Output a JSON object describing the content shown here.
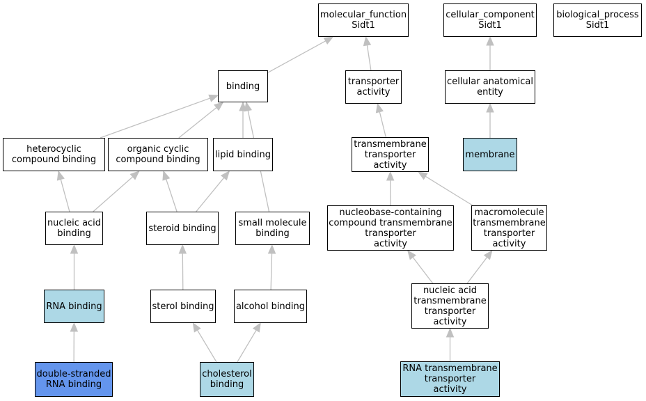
{
  "colors": {
    "default_fill": "#ffffff",
    "annotated_fill": "#add8e6",
    "query_fill": "#6495ed",
    "edge_color": "#c0c0c0",
    "border_color": "#000000"
  },
  "nodes": [
    {
      "id": "mf",
      "label": "molecular_function\nSidt1",
      "fill": "#ffffff"
    },
    {
      "id": "cc",
      "label": "cellular_component\nSidt1",
      "fill": "#ffffff"
    },
    {
      "id": "bp",
      "label": "biological_process\nSidt1",
      "fill": "#ffffff"
    },
    {
      "id": "binding",
      "label": "binding",
      "fill": "#ffffff"
    },
    {
      "id": "ta",
      "label": "transporter\nactivity",
      "fill": "#ffffff"
    },
    {
      "id": "cae",
      "label": "cellular anatomical\nentity",
      "fill": "#ffffff"
    },
    {
      "id": "hcb",
      "label": "heterocyclic\ncompound binding",
      "fill": "#ffffff"
    },
    {
      "id": "occb",
      "label": "organic cyclic\ncompound binding",
      "fill": "#ffffff"
    },
    {
      "id": "lb",
      "label": "lipid binding",
      "fill": "#ffffff"
    },
    {
      "id": "tmta",
      "label": "transmembrane\ntransporter\nactivity",
      "fill": "#ffffff"
    },
    {
      "id": "mem",
      "label": "membrane",
      "fill": "#add8e6"
    },
    {
      "id": "nab",
      "label": "nucleic acid\nbinding",
      "fill": "#ffffff"
    },
    {
      "id": "stb",
      "label": "steroid binding",
      "fill": "#ffffff"
    },
    {
      "id": "smb",
      "label": "small molecule\nbinding",
      "fill": "#ffffff"
    },
    {
      "id": "nctta",
      "label": "nucleobase-containing\ncompound transmembrane\ntransporter\nactivity",
      "fill": "#ffffff"
    },
    {
      "id": "mmtta",
      "label": "macromolecule\ntransmembrane\ntransporter\nactivity",
      "fill": "#ffffff"
    },
    {
      "id": "rnab",
      "label": "RNA binding",
      "fill": "#add8e6"
    },
    {
      "id": "sb",
      "label": "sterol binding",
      "fill": "#ffffff"
    },
    {
      "id": "ab",
      "label": "alcohol binding",
      "fill": "#ffffff"
    },
    {
      "id": "natta",
      "label": "nucleic acid\ntransmembrane\ntransporter\nactivity",
      "fill": "#ffffff"
    },
    {
      "id": "dsrnab",
      "label": "double-stranded\nRNA binding",
      "fill": "#6495ed"
    },
    {
      "id": "chb",
      "label": "cholesterol\nbinding",
      "fill": "#add8e6"
    },
    {
      "id": "rnatta",
      "label": "RNA transmembrane\ntransporter\nactivity",
      "fill": "#add8e6"
    }
  ],
  "edges": [
    {
      "from": "binding",
      "to": "mf"
    },
    {
      "from": "ta",
      "to": "mf"
    },
    {
      "from": "cae",
      "to": "cc"
    },
    {
      "from": "hcb",
      "to": "binding"
    },
    {
      "from": "occb",
      "to": "binding"
    },
    {
      "from": "lb",
      "to": "binding"
    },
    {
      "from": "smb",
      "to": "binding"
    },
    {
      "from": "tmta",
      "to": "ta"
    },
    {
      "from": "mem",
      "to": "cae"
    },
    {
      "from": "nab",
      "to": "hcb"
    },
    {
      "from": "nab",
      "to": "occb"
    },
    {
      "from": "stb",
      "to": "occb"
    },
    {
      "from": "stb",
      "to": "lb"
    },
    {
      "from": "nctta",
      "to": "tmta"
    },
    {
      "from": "mmtta",
      "to": "tmta"
    },
    {
      "from": "rnab",
      "to": "nab"
    },
    {
      "from": "sb",
      "to": "stb"
    },
    {
      "from": "ab",
      "to": "smb"
    },
    {
      "from": "natta",
      "to": "nctta"
    },
    {
      "from": "natta",
      "to": "mmtta"
    },
    {
      "from": "dsrnab",
      "to": "rnab"
    },
    {
      "from": "chb",
      "to": "sb"
    },
    {
      "from": "chb",
      "to": "ab"
    },
    {
      "from": "rnatta",
      "to": "natta"
    }
  ]
}
